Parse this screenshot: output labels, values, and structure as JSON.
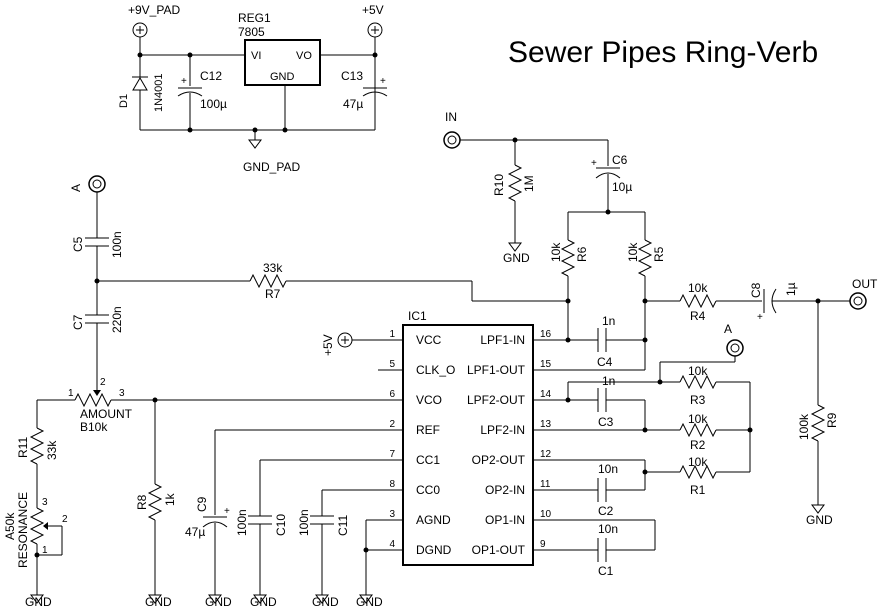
{
  "title": "Sewer Pipes Ring-Verb",
  "power": {
    "v9": "+9V_PAD",
    "v5": "+5V",
    "gnd_pad": "GND_PAD",
    "reg_ref": "REG1",
    "reg_val": "7805",
    "reg_vi": "VI",
    "reg_vo": "VO",
    "reg_gnd": "GND",
    "d1_ref": "D1",
    "d1_val": "1N4001",
    "c12_ref": "C12",
    "c12_val": "100µ",
    "c13_ref": "C13",
    "c13_val": "47µ"
  },
  "labels": {
    "in": "IN",
    "out": "OUT",
    "a_top": "A",
    "a_mid": "A",
    "gnd": "GND",
    "plus5": "+5V",
    "amount": "AMOUNT",
    "amount_val": "B10k",
    "resonance": "RESONANCE",
    "resonance_val": "A50k"
  },
  "ic": {
    "ref": "IC1",
    "left_pins": [
      {
        "num": "1",
        "name": "VCC"
      },
      {
        "num": "5",
        "name": "CLK_O"
      },
      {
        "num": "6",
        "name": "VCO"
      },
      {
        "num": "2",
        "name": "REF"
      },
      {
        "num": "7",
        "name": "CC1"
      },
      {
        "num": "8",
        "name": "CC0"
      },
      {
        "num": "3",
        "name": "AGND"
      },
      {
        "num": "4",
        "name": "DGND"
      }
    ],
    "right_pins": [
      {
        "num": "16",
        "name": "LPF1-IN"
      },
      {
        "num": "15",
        "name": "LPF1-OUT"
      },
      {
        "num": "14",
        "name": "LPF2-OUT"
      },
      {
        "num": "13",
        "name": "LPF2-IN"
      },
      {
        "num": "12",
        "name": "OP2-OUT"
      },
      {
        "num": "11",
        "name": "OP2-IN"
      },
      {
        "num": "10",
        "name": "OP1-IN"
      },
      {
        "num": "9",
        "name": "OP1-OUT"
      }
    ]
  },
  "components": {
    "r1": {
      "ref": "R1",
      "val": "10k"
    },
    "r2": {
      "ref": "R2",
      "val": "10k"
    },
    "r3": {
      "ref": "R3",
      "val": "10k"
    },
    "r4": {
      "ref": "R4",
      "val": "10k"
    },
    "r5": {
      "ref": "R5",
      "val": "10k"
    },
    "r6": {
      "ref": "R6",
      "val": "10k"
    },
    "r7": {
      "ref": "R7",
      "val": "33k"
    },
    "r8": {
      "ref": "R8",
      "val": "1k"
    },
    "r9": {
      "ref": "R9",
      "val": "100k"
    },
    "r10": {
      "ref": "R10",
      "val": "1M"
    },
    "r11": {
      "ref": "R11",
      "val": "33k"
    },
    "c1": {
      "ref": "C1",
      "val": "10n"
    },
    "c2": {
      "ref": "C2",
      "val": "10n"
    },
    "c3": {
      "ref": "C3",
      "val": "1n"
    },
    "c4": {
      "ref": "C4",
      "val": "1n"
    },
    "c5": {
      "ref": "C5",
      "val": "100n"
    },
    "c6": {
      "ref": "C6",
      "val": "10µ"
    },
    "c7": {
      "ref": "C7",
      "val": "220n"
    },
    "c8": {
      "ref": "C8",
      "val": "1µ"
    },
    "c9": {
      "ref": "C9",
      "val": "47µ"
    },
    "c10": {
      "ref": "C10",
      "val": "100n"
    },
    "c11": {
      "ref": "C11",
      "val": "100n"
    }
  },
  "pot_pins": {
    "p1": "1",
    "p2": "2",
    "p3": "3"
  }
}
